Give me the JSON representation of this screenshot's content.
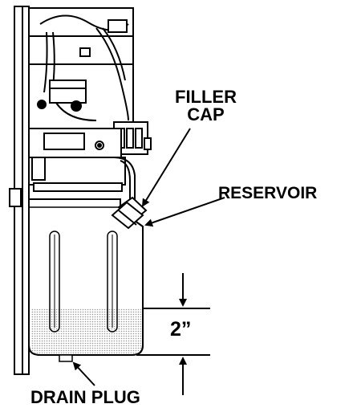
{
  "labels": {
    "filler_cap_line1": "FILLER",
    "filler_cap_line2": "CAP",
    "reservoir": "RESERVOIR",
    "fluid_level_dimension": "2”",
    "drain_plug": "DRAIN PLUG"
  },
  "colors": {
    "line": "#000000",
    "fluid_fill": "#d9d9d9",
    "background": "#ffffff"
  }
}
